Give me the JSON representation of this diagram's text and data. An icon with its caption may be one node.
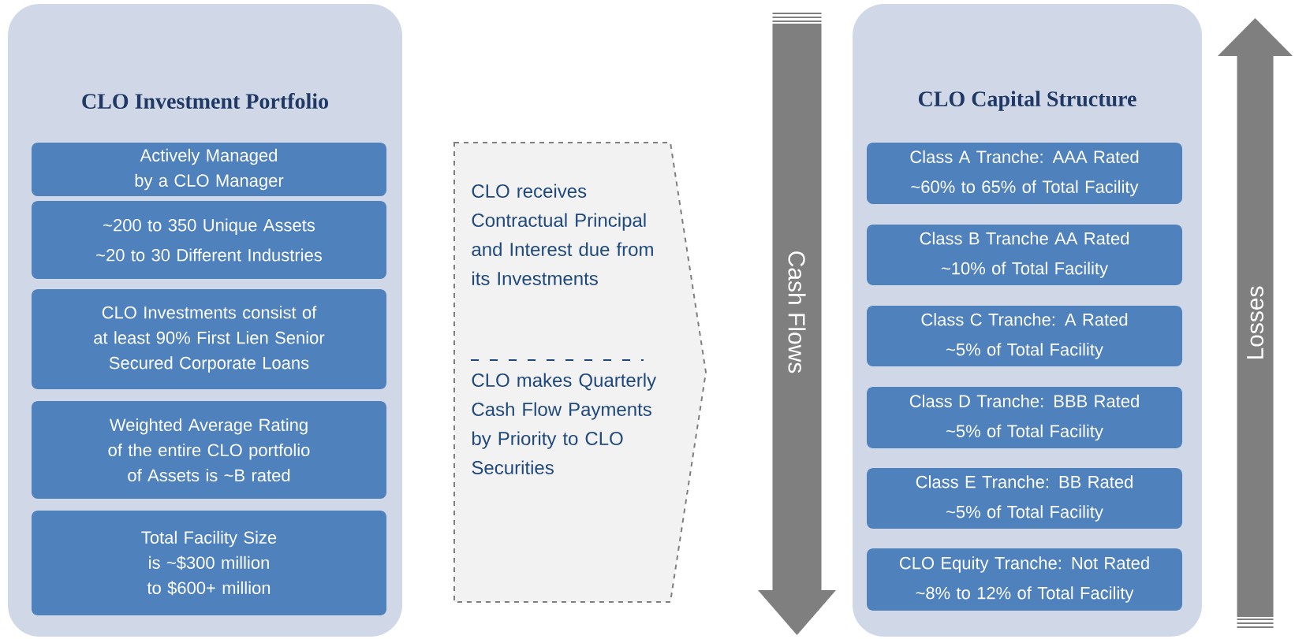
{
  "diagram": {
    "nodes": [
      {
        "text": [
          "CLO Investment Portfolio"
        ]
      },
      {
        "text": [
          "Actively Managed by a CLO Manager"
        ],
        "in": 0
      },
      {
        "text": [
          "~200 to 350 Unique Assets",
          "~20 to 30 Different Industries"
        ],
        "in": 0
      },
      {
        "text": [
          "CLO Investments consist of at least 90% First Lien Senior Secured Corporate Loans"
        ],
        "in": 0
      },
      {
        "text": [
          "Weighted Average Rating of the entire CLO portfolio of Assets is ~B rated"
        ],
        "in": 0
      },
      {
        "text": [
          "Total Facility Size is ~$300 million to $600+ million"
        ],
        "in": 0
      },
      {
        "text": [
          "CLO receives Contractual Principal and Interest due from its Investments",
          "CLO makes Quarterly Cash Flow Payments by Priority to CLO Securities"
        ]
      },
      {
        "text": [
          "Cash Flows"
        ]
      },
      {
        "text": [
          "CLO Capital Structure"
        ]
      },
      {
        "text": [
          "Class A Tranche: AAA Rated",
          "~60% to 65% of Total Facility"
        ],
        "in": 8
      },
      {
        "text": [
          "Class B Tranche  AA Rated",
          "~10% of Total Facility"
        ],
        "in": 8
      },
      {
        "text": [
          "Class C Tranche: A Rated",
          "~5% of Total Facility"
        ],
        "in": 8
      },
      {
        "text": [
          "Class D Tranche: BBB Rated",
          "~5% of Total Facility"
        ],
        "in": 8
      },
      {
        "text": [
          "Class E Tranche: BB Rated",
          "~5% of Total Facility"
        ],
        "in": 8
      },
      {
        "text": [
          "CLO Equity Tranche: Not Rated",
          "~8% to 12% of Total Facility"
        ],
        "in": 8
      },
      {
        "text": [
          "Losses"
        ]
      }
    ]
  }
}
